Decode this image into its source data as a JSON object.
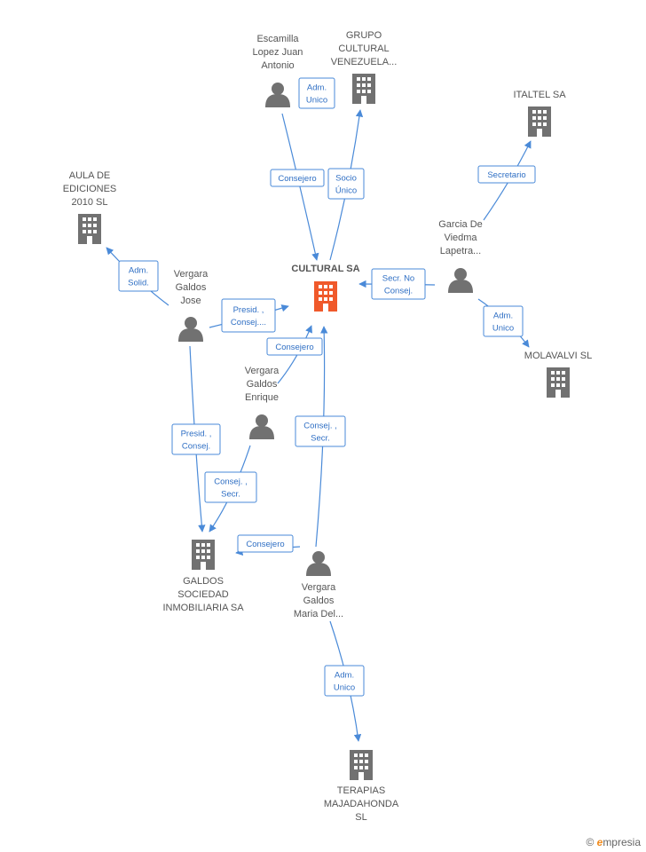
{
  "colors": {
    "edge": "#4a8ad8",
    "icon": "#717171",
    "center_icon": "#f0592b"
  },
  "nodes": [
    {
      "id": "cultural",
      "type": "company",
      "center": true,
      "lines": [
        "CULTURAL SA"
      ]
    },
    {
      "id": "escamilla",
      "type": "person",
      "lines": [
        "Escamilla",
        "Lopez Juan",
        "Antonio"
      ]
    },
    {
      "id": "grupo",
      "type": "company",
      "lines": [
        "GRUPO",
        "CULTURAL",
        "VENEZUELA..."
      ]
    },
    {
      "id": "italtel",
      "type": "company",
      "lines": [
        "ITALTEL SA"
      ]
    },
    {
      "id": "garcia",
      "type": "person",
      "lines": [
        "Garcia De",
        "Viedma",
        "Lapetra..."
      ]
    },
    {
      "id": "molavalvi",
      "type": "company",
      "lines": [
        "MOLAVALVI SL"
      ]
    },
    {
      "id": "aula",
      "type": "company",
      "lines": [
        "AULA DE",
        "EDICIONES",
        "2010 SL"
      ]
    },
    {
      "id": "jose",
      "type": "person",
      "lines": [
        "Vergara",
        "Galdos",
        "Jose"
      ]
    },
    {
      "id": "enrique",
      "type": "person",
      "lines": [
        "Vergara",
        "Galdos",
        "Enrique"
      ]
    },
    {
      "id": "galdos",
      "type": "company",
      "lines": [
        "GALDOS",
        "SOCIEDAD",
        "INMOBILIARIA SA"
      ]
    },
    {
      "id": "maria",
      "type": "person",
      "lines": [
        "Vergara",
        "Galdos",
        "Maria Del..."
      ]
    },
    {
      "id": "terapias",
      "type": "company",
      "lines": [
        "TERAPIAS",
        "MAJADAHONDA",
        "SL"
      ]
    }
  ],
  "edges": [
    {
      "from": "escamilla",
      "to": "grupo",
      "lines": [
        "Adm.",
        "Unico"
      ]
    },
    {
      "from": "escamilla",
      "to": "cultural",
      "lines": [
        "Consejero"
      ]
    },
    {
      "from": "cultural",
      "to": "grupo",
      "lines": [
        "Socio",
        "Único"
      ]
    },
    {
      "from": "garcia",
      "to": "italtel",
      "lines": [
        "Secretario"
      ]
    },
    {
      "from": "garcia",
      "to": "cultural",
      "lines": [
        "Secr.  No",
        "Consej."
      ]
    },
    {
      "from": "garcia",
      "to": "molavalvi",
      "lines": [
        "Adm.",
        "Unico"
      ]
    },
    {
      "from": "jose",
      "to": "aula",
      "lines": [
        "Adm.",
        "Solid."
      ]
    },
    {
      "from": "jose",
      "to": "cultural",
      "lines": [
        "Presid. ,",
        "Consej...."
      ]
    },
    {
      "from": "jose",
      "to": "galdos",
      "lines": [
        "Presid. ,",
        "Consej."
      ]
    },
    {
      "from": "enrique",
      "to": "cultural",
      "lines": [
        "Consejero"
      ]
    },
    {
      "from": "enrique",
      "to": "galdos",
      "lines": [
        "Consej. ,",
        "Secr."
      ]
    },
    {
      "from": "maria",
      "to": "cultural",
      "lines": [
        "Consej. ,",
        "Secr."
      ]
    },
    {
      "from": "maria",
      "to": "galdos",
      "lines": [
        "Consejero"
      ]
    },
    {
      "from": "maria",
      "to": "terapias",
      "lines": [
        "Adm.",
        "Unico"
      ]
    }
  ],
  "brand": {
    "copyright": "©",
    "initial": "e",
    "name": "mpresia"
  }
}
